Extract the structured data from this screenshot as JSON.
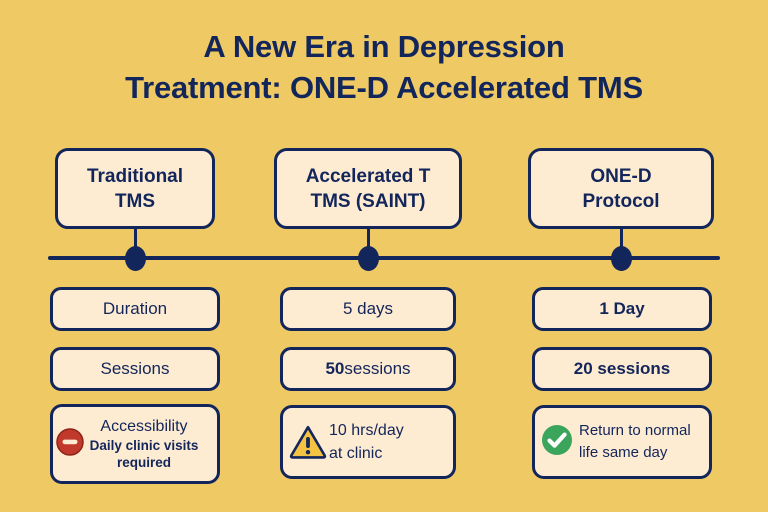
{
  "title": {
    "line1": "A New Era in Depression",
    "line2": "Treatment: ONE-D Accelerated TMS"
  },
  "colors": {
    "background": "#EFC964",
    "card_fill": "#FDEBD2",
    "navy": "#13265B",
    "danger_red": "#C0392B",
    "warning_amber": "#F5C342",
    "success_green": "#3CA55C"
  },
  "columns": [
    {
      "header_line1": "Traditional",
      "header_line2": "TMS",
      "duration": "Duration",
      "duration_bold": false,
      "sessions_bold": "",
      "sessions_rest": "Sessions",
      "feature_icon": "minus-circle-icon",
      "feature_line1": "Accessibility",
      "feature_line2": "Daily clinic visits",
      "feature_line3": "required"
    },
    {
      "header_line1": "Accelerated T",
      "header_line2": "TMS (SAINT)",
      "duration": "5 days",
      "duration_bold": false,
      "sessions_bold": "50",
      "sessions_rest": " sessions",
      "feature_icon": "warning-triangle-icon",
      "feature_line1": "10 hrs/day",
      "feature_line2": "at clinic",
      "feature_line3": ""
    },
    {
      "header_line1": "ONE-D",
      "header_line2": "Protocol",
      "duration": "1 Day",
      "duration_bold": true,
      "sessions_bold": "20 sessions",
      "sessions_rest": "",
      "feature_icon": "check-circle-icon",
      "feature_line1": "Return to normal",
      "feature_line2": "life same day",
      "feature_line3": ""
    }
  ],
  "timeline": {
    "node_count": 3
  }
}
